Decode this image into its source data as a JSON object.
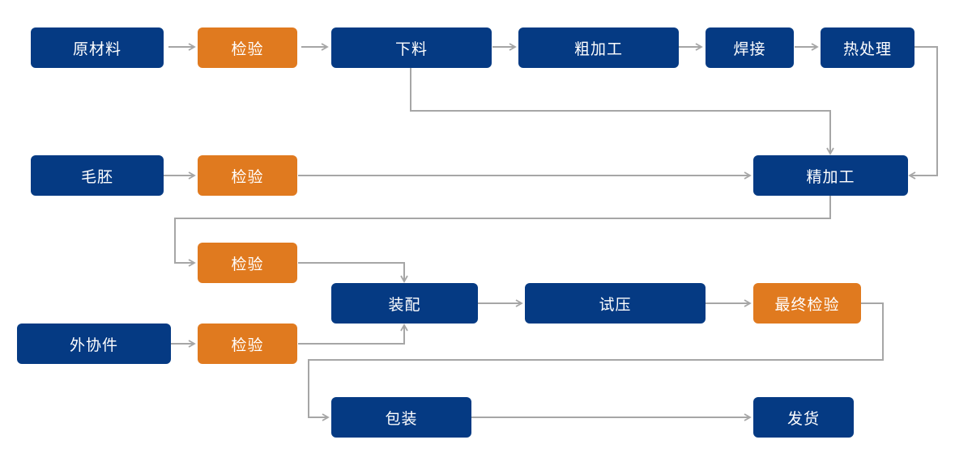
{
  "colors": {
    "process": "#053a83",
    "inspection": "#e07a1f",
    "connector": "#a6a6a6",
    "text": "#ffffff"
  },
  "nodes": {
    "raw_material": "原材料",
    "inspect_raw": "检验",
    "blanking": "下料",
    "rough_machining": "粗加工",
    "welding": "焊接",
    "heat_treatment": "热处理",
    "blank": "毛胚",
    "inspect_blank": "检验",
    "finish_machining": "精加工",
    "inspect_finish": "检验",
    "assembly": "装配",
    "pressure_test": "试压",
    "final_inspection": "最终检验",
    "outsourced_parts": "外协件",
    "inspect_outsourced": "检验",
    "packaging": "包装",
    "shipping": "发货"
  }
}
